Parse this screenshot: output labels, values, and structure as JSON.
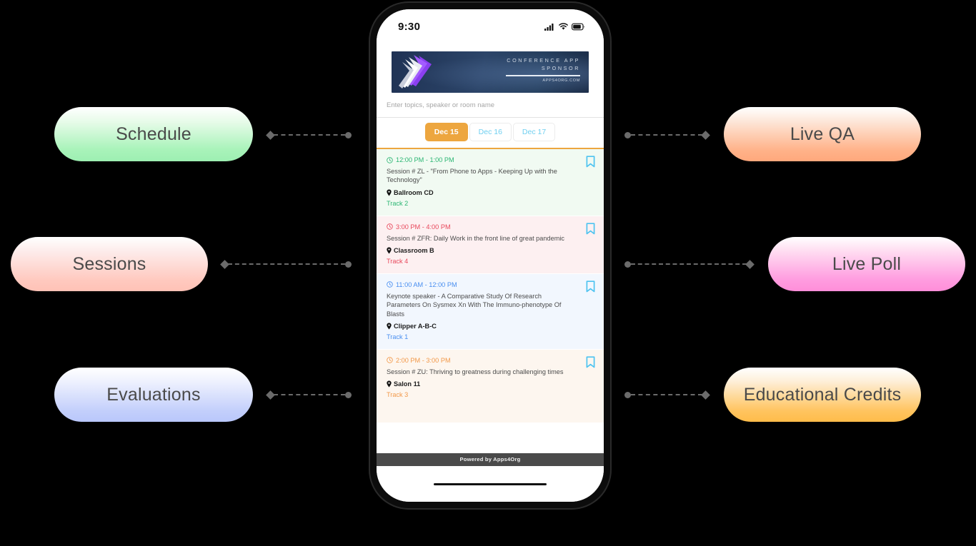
{
  "left_pills": [
    {
      "id": "schedule",
      "label": "Schedule",
      "color": "#9defb2"
    },
    {
      "id": "sessions",
      "label": "Sessions",
      "color": "#ffc2b6"
    },
    {
      "id": "evaluations",
      "label": "Evaluations",
      "color": "#b9c7fb"
    }
  ],
  "right_pills": [
    {
      "id": "live-qa",
      "label": "Live QA",
      "color": "#ffa87c"
    },
    {
      "id": "live-poll",
      "label": "Live Poll",
      "color": "#ff8ed9"
    },
    {
      "id": "educational-credits",
      "label": "Educational Credits",
      "color": "#ffbc4a"
    }
  ],
  "phone": {
    "status_bar": {
      "time": "9:30",
      "icons": [
        "signal-icon",
        "wifi-icon",
        "battery-icon"
      ]
    },
    "banner": {
      "line1": "CONFERENCE APP",
      "line2": "SPONSOR",
      "url": "APPS4ORG.COM",
      "logo": "apps4org-chevron-logo"
    },
    "search": {
      "placeholder": "Enter topics, speaker or room name",
      "value": ""
    },
    "date_tabs": [
      {
        "label": "Dec 15",
        "active": true
      },
      {
        "label": "Dec 16",
        "active": false
      },
      {
        "label": "Dec 17",
        "active": false
      }
    ],
    "sessions": [
      {
        "time": "12:00 PM - 1:00 PM",
        "title": "Session # ZL - \"From Phone to Apps - Keeping Up with the Technology\"",
        "room": "Ballroom CD",
        "track": "Track 2",
        "accent": "#2bb673",
        "background": "#f1faf2",
        "bookmarked": false
      },
      {
        "time": "3:00 PM - 4:00 PM",
        "title": "Session # ZFR: Daily Work in the front line of great pandemic",
        "room": "Classroom B",
        "track": "Track 4",
        "accent": "#e8485c",
        "background": "#fdf0f1",
        "bookmarked": false
      },
      {
        "time": "11:00 AM - 12:00 PM",
        "title": "Keynote speaker - A Comparative Study Of Research Parameters On Sysmex Xn With The Immuno-phenotype Of Blasts",
        "room": "Clipper A-B-C",
        "track": "Track 1",
        "accent": "#4a8ff0",
        "background": "#f2f7fe",
        "bookmarked": false
      },
      {
        "time": "2:00 PM - 3:00 PM",
        "title": "Session # ZU: Thriving to greatness during challenging times",
        "room": "Salon 11",
        "track": "Track 3",
        "accent": "#f2994a",
        "background": "#fdf6ef",
        "bookmarked": false
      }
    ],
    "footer": {
      "text": "Powered by Apps4Org"
    }
  }
}
